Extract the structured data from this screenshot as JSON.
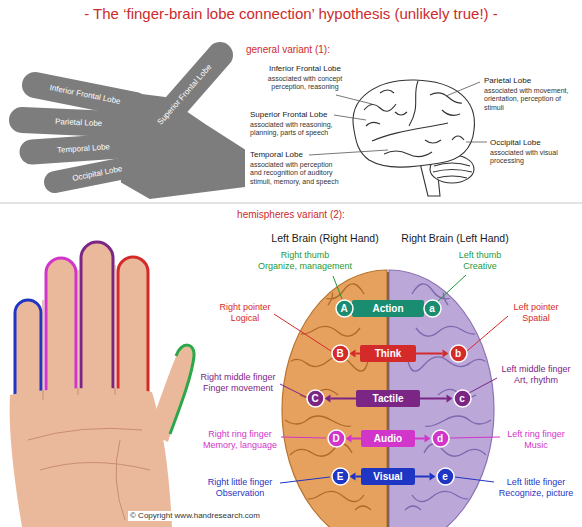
{
  "diagram": {
    "title": "- The ‘finger-brain lobe connection’ hypothesis (unlikely true!) -",
    "nodes": [
      {
        "text": [
          "A"
        ]
      },
      {
        "text": [
          "Action"
        ]
      },
      {
        "text": [
          "a"
        ]
      },
      {
        "text": [
          "B"
        ]
      },
      {
        "text": [
          "Think"
        ]
      },
      {
        "text": [
          "b"
        ]
      },
      {
        "text": [
          "C"
        ]
      },
      {
        "text": [
          "Tactile"
        ]
      },
      {
        "text": [
          "c"
        ]
      },
      {
        "text": [
          "D"
        ]
      },
      {
        "text": [
          "Audio"
        ]
      },
      {
        "text": [
          "d"
        ]
      },
      {
        "text": [
          "E"
        ]
      },
      {
        "text": [
          "Visual"
        ]
      },
      {
        "text": [
          "e"
        ]
      }
    ],
    "edges": [
      {
        "from": 4,
        "to": 3,
        "arrow": "to"
      },
      {
        "from": 4,
        "to": 5,
        "arrow": "to"
      },
      {
        "from": 7,
        "to": 6,
        "arrow": "to"
      },
      {
        "from": 7,
        "to": 8,
        "arrow": "to"
      },
      {
        "from": 10,
        "to": 9,
        "arrow": "to"
      },
      {
        "from": 10,
        "to": 11,
        "arrow": "to"
      },
      {
        "from": 13,
        "to": 12,
        "arrow": "to"
      },
      {
        "from": 13,
        "to": 14,
        "arrow": "to"
      }
    ],
    "labels": [
      "general variant (1):",
      "Superior Frontal Lobe",
      "Inferior Frontal Lobe",
      "Parietal Lobe",
      "Temporal Lobe",
      "Occipital Lobe",
      "Inferior Frontal Lobe",
      "associated with concept perception, reasoning",
      "Parietal Lobe",
      "associated with movement, orientation, perception of stimuli",
      "Superior Frontal Lobe",
      "associated with reasoning, planning, parts of speech",
      "Occipital Lobe",
      "associated with visual processing",
      "Temporal Lobe",
      "associated with perception and recognition of auditory stimuli, memory, and speech",
      "hemispheres variant (2):",
      "Left Brain (Right Hand)",
      "Right Brain (Left Hand)",
      "Right thumb",
      "Organize, management",
      "Left thumb",
      "Creative",
      "Right pointer",
      "Logical",
      "Left pointer",
      "Spatial",
      "Right middle finger",
      "Finger movement",
      "Left middle finger",
      "Art, rhythm",
      "Right ring finger",
      "Memory, language",
      "Left ring finger",
      "Music",
      "Right little finger",
      "Observation",
      "Left little finger",
      "Recognize, picture",
      "© Copyright www.handresearch.com"
    ]
  }
}
